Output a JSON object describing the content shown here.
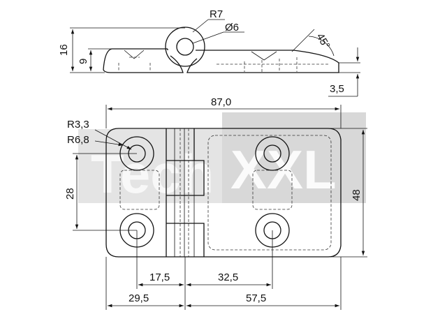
{
  "watermark": {
    "text_left": "Tech",
    "text_right": "XXL"
  },
  "top_view": {
    "radius_label": "R7",
    "diameter_label": "Ø6",
    "angle_label": "45°",
    "height_total": "16",
    "height_knuckle": "9",
    "thickness": "3,5"
  },
  "plan_view": {
    "overall_width": "87,0",
    "overall_height": "48",
    "hole_radius": "R3,3",
    "boss_radius": "R6,8",
    "hole_spacing_vertical": "28",
    "hole_offset_left": "17,5",
    "hole_spacing_right": "32,5",
    "leaf_left_width": "29,5",
    "leaf_right_width": "57,5"
  }
}
